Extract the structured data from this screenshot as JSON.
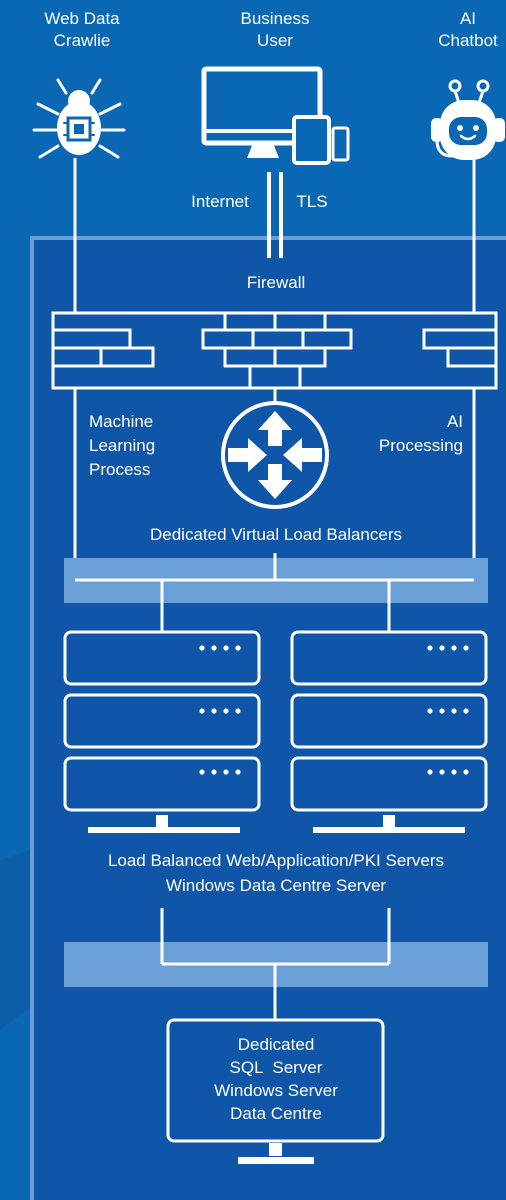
{
  "actors": {
    "crawler": {
      "line1": "Web Data",
      "line2": "Crawlie",
      "icon": "bug-chip-icon"
    },
    "business_user": {
      "line1": "Business",
      "line2": "User",
      "icon": "devices-icon"
    },
    "chatbot": {
      "line1": "AI",
      "line2": "Chatbot",
      "icon": "robot-icon"
    }
  },
  "connection": {
    "internet": "Internet",
    "tls": "TLS"
  },
  "firewall": {
    "label": "Firewall"
  },
  "processing": {
    "ml_line1": "Machine",
    "ml_line2": "Learning",
    "ml_line3": "Process",
    "ai_line1": "AI",
    "ai_line2": "Processing"
  },
  "load_balancer": {
    "label": "Dedicated Virtual Load Balancers",
    "icon": "router-icon"
  },
  "servers": {
    "label_line1": "Load Balanced Web/Application/PKI Servers",
    "label_line2": "Windows Data Centre Server"
  },
  "sql": {
    "line1": "Dedicated",
    "line2": "SQL  Server",
    "line3": "Windows Server",
    "line4": "Data Centre"
  },
  "colors": {
    "background": "#0a67b3",
    "panel": "#0f55a8",
    "light_bar": "#6a9fd8",
    "line": "#ffffff"
  }
}
